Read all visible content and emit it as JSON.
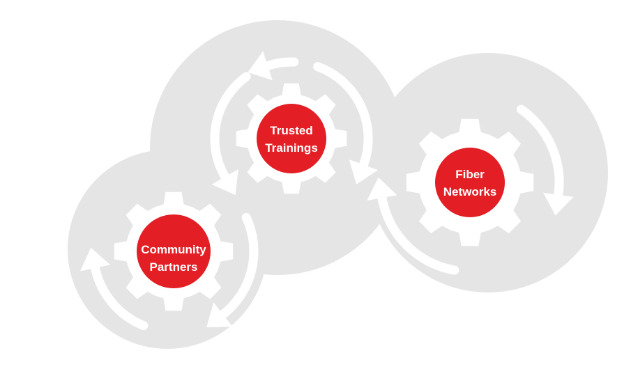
{
  "diagram": {
    "colors": {
      "background": "#ffffff",
      "cloud": "#e5e5e5",
      "gear_and_arrows": "#ffffff",
      "hub": "#e31e24",
      "label": "#ffffff"
    },
    "nodes": [
      {
        "id": "trusted-trainings",
        "line1": "Trusted",
        "line2": "Trainings"
      },
      {
        "id": "fiber-networks",
        "line1": "Fiber",
        "line2": "Networks"
      },
      {
        "id": "community-partners",
        "line1": "Community",
        "line2": "Partners"
      }
    ]
  }
}
